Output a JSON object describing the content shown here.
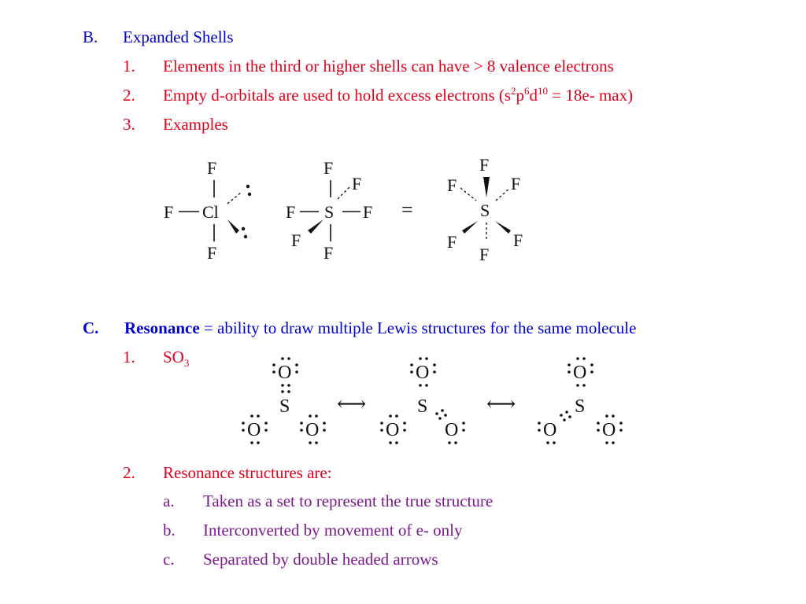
{
  "sectionB": {
    "marker": "B.",
    "title": "Expanded Shells",
    "items": [
      {
        "marker": "1.",
        "text": "Elements in the third or higher shells can have > 8 valence electrons"
      },
      {
        "marker": "2.",
        "text_before": "Empty d-orbitals are used to hold excess electrons (s",
        "sup1": "2",
        "p": "p",
        "sup2": "6",
        "d": "d",
        "sup3": "10",
        "text_after": " = 18e- max)"
      },
      {
        "marker": "3.",
        "text": "Examples"
      }
    ]
  },
  "examples": {
    "clf3": {
      "center": "Cl",
      "atoms": [
        "F",
        "F",
        "F"
      ]
    },
    "sf6_a": {
      "center": "S",
      "atoms": [
        "F",
        "F",
        "F",
        "F",
        "F",
        "F"
      ]
    },
    "equals": "=",
    "sf6_b": {
      "center": "S",
      "atoms": [
        "F",
        "F",
        "F",
        "F",
        "F",
        "F"
      ]
    }
  },
  "sectionC": {
    "marker": "C.",
    "title": "Resonance",
    "definition": " = ability to draw multiple Lewis structures for the same molecule",
    "item1": {
      "marker": "1.",
      "text": "SO",
      "sub": "3"
    },
    "item2": {
      "marker": "2.",
      "text": "Resonance structures are:"
    },
    "subitems": [
      {
        "marker": "a.",
        "text": "Taken as a set to represent the true structure"
      },
      {
        "marker": "b.",
        "text": "Interconverted by movement of e- only"
      },
      {
        "marker": "c.",
        "text": "Separated by double headed arrows"
      }
    ]
  },
  "resonance": {
    "sulfur": "S",
    "oxygen": "O",
    "arrow": "⟷"
  }
}
